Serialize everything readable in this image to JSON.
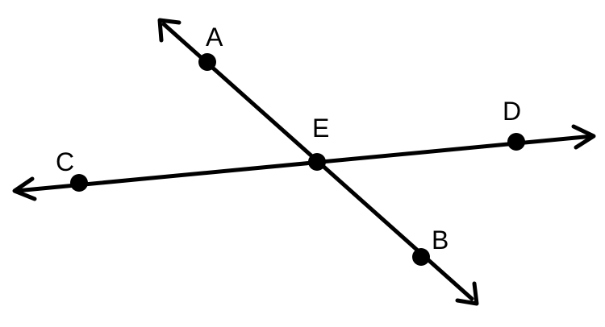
{
  "diagram": {
    "points": {
      "A": "A",
      "B": "B",
      "C": "C",
      "D": "D",
      "E": "E"
    },
    "lines": [
      {
        "through": [
          "A",
          "E",
          "B"
        ],
        "arrows": "both"
      },
      {
        "through": [
          "C",
          "E",
          "D"
        ],
        "arrows": "both"
      }
    ],
    "colors": {
      "stroke": "#000000",
      "background": "#ffffff"
    }
  }
}
